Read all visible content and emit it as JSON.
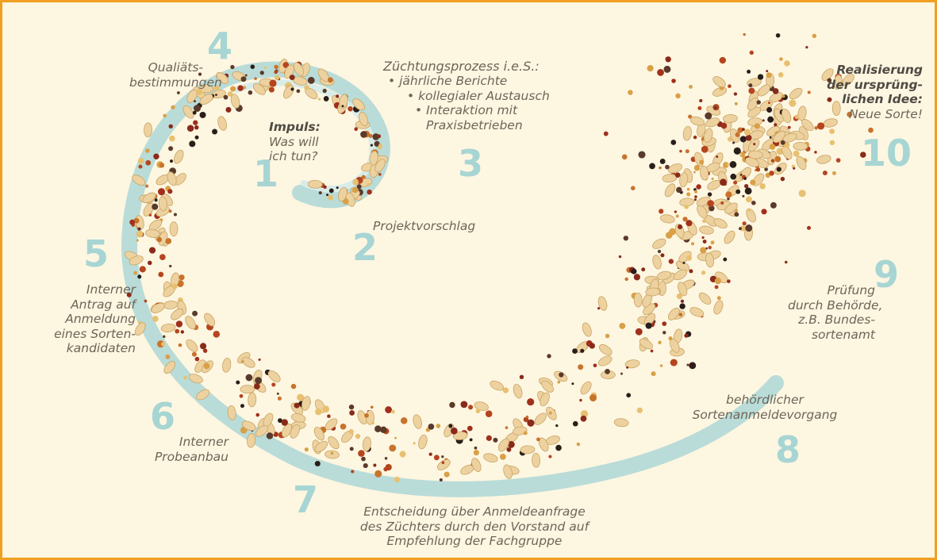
{
  "colors": {
    "border": "#f0a020",
    "background": "#fdf6e1",
    "spiral": "#b9dcd8",
    "numbers": "#a7d5d3",
    "text": "#6e6558"
  },
  "steps": [
    {
      "number": "1",
      "lines": [
        "Impuls:",
        "Was will",
        "ich tun?"
      ]
    },
    {
      "number": "2",
      "lines": [
        "Projektvorschlag"
      ]
    },
    {
      "number": "3",
      "heading": "Züchtungsprozess i.e.S.:",
      "bullets": [
        "jährliche Berichte",
        "kollegialer Austausch",
        "Interaktion mit",
        "Praxisbetrieben"
      ]
    },
    {
      "number": "4",
      "lines": [
        "Qualiäts-",
        "bestimmungen"
      ]
    },
    {
      "number": "5",
      "lines": [
        "Interner",
        "Antrag auf",
        "Anmeldung",
        "eines Sorten-",
        "kandidaten"
      ]
    },
    {
      "number": "6",
      "lines": [
        "Interner",
        "Probeanbau"
      ]
    },
    {
      "number": "7",
      "lines": [
        "Entscheidung über Anmeldeanfrage",
        "des Züchters durch den Vorstand auf",
        "Empfehlung der Fachgruppe"
      ]
    },
    {
      "number": "8",
      "lines": [
        "behördlicher",
        "Sortenanmeldevorgang"
      ]
    },
    {
      "number": "9",
      "lines": [
        "Prüfung",
        "durch Behörde,",
        "z.B. Bundes-",
        "sortenamt"
      ]
    },
    {
      "number": "10",
      "lines": [
        "Realisierung",
        "der ursprüng-",
        "lichen Idee:",
        "Neue Sorte!"
      ]
    }
  ]
}
